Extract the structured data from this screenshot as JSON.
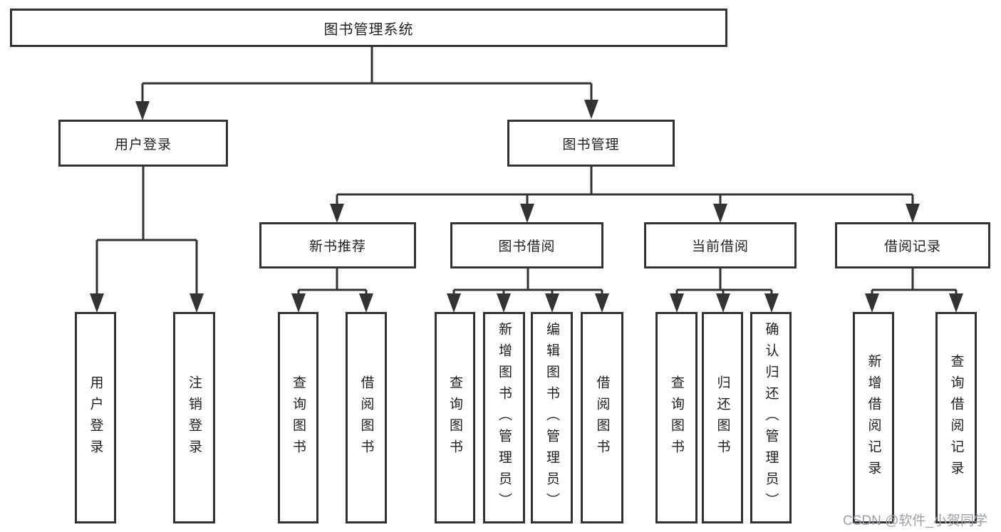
{
  "tree": {
    "root": {
      "label": "图书管理系统",
      "children": [
        {
          "label": "用户登录",
          "children": [
            {
              "label": "用户登录"
            },
            {
              "label": "注销登录"
            }
          ]
        },
        {
          "label": "图书管理",
          "children": [
            {
              "label": "新书推荐",
              "children": [
                {
                  "label": "查询图书"
                },
                {
                  "label": "借阅图书"
                }
              ]
            },
            {
              "label": "图书借阅",
              "children": [
                {
                  "label": "查询图书"
                },
                {
                  "label": "新增图书（管理员）"
                },
                {
                  "label": "编辑图书（管理员）"
                },
                {
                  "label": "借阅图书"
                }
              ]
            },
            {
              "label": "当前借阅",
              "children": [
                {
                  "label": "查询图书"
                },
                {
                  "label": "归还图书"
                },
                {
                  "label": "确认归还（管理员）"
                }
              ]
            },
            {
              "label": "借阅记录",
              "children": [
                {
                  "label": "新增借阅记录"
                },
                {
                  "label": "查询借阅记录"
                }
              ]
            }
          ]
        }
      ]
    }
  },
  "watermark": {
    "text": "CSDN @软件_小贺同学"
  },
  "colors": {
    "line": "#333333",
    "text": "#1f1f1f",
    "background": "#ffffff",
    "watermark": "#9aa0a8"
  }
}
